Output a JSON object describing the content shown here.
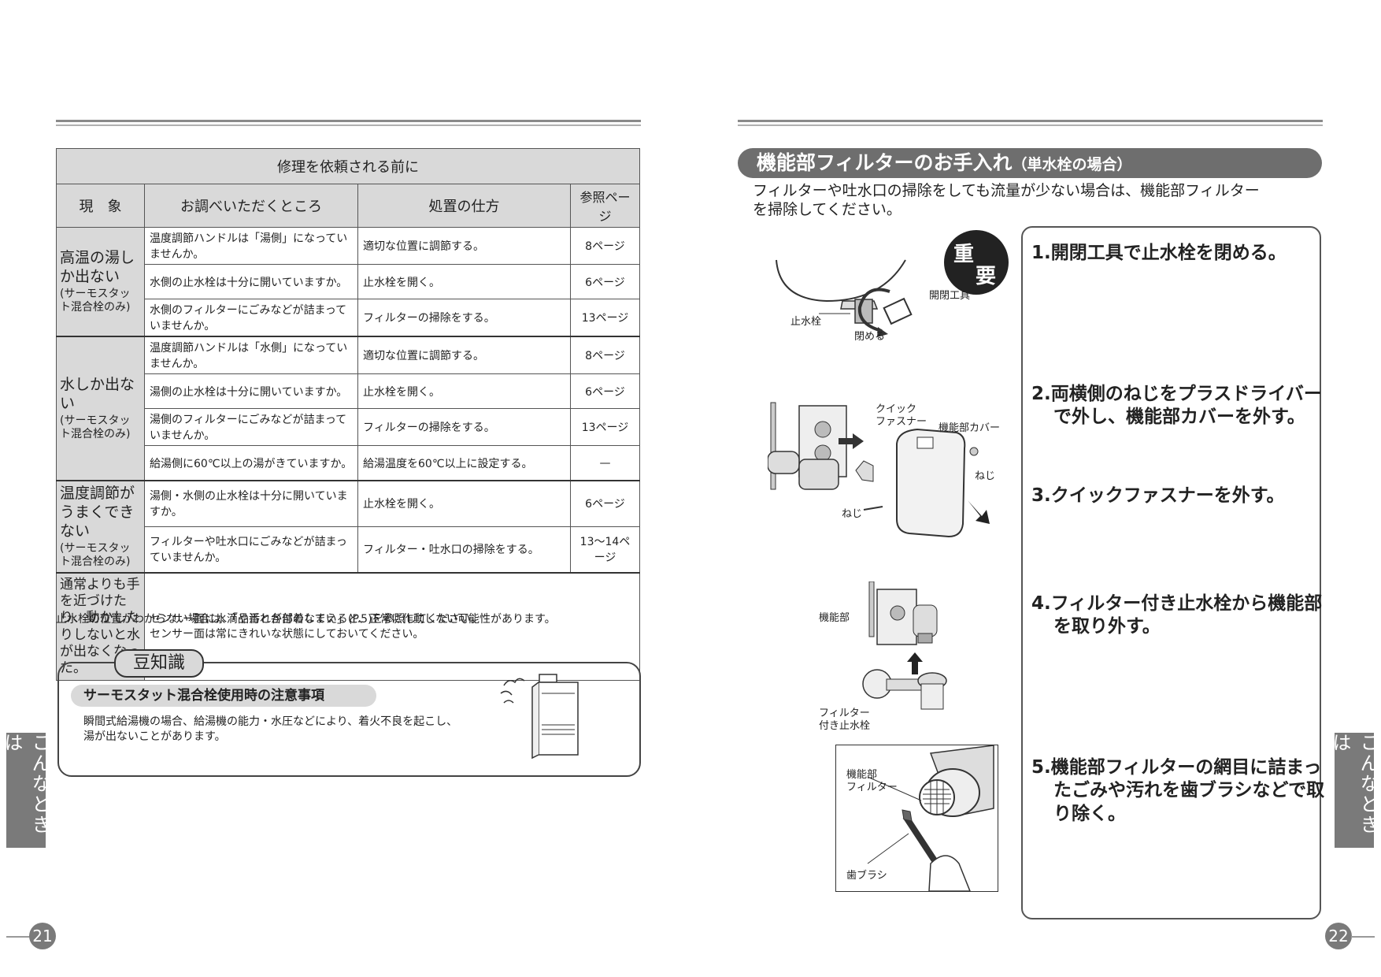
{
  "left_page": {
    "table": {
      "caption": "修理を依頼される前に",
      "headers": [
        "現　象",
        "お調べいただくところ",
        "処置の仕方",
        "参照ページ"
      ],
      "groups": [
        {
          "symptom_main": "高温の湯しか出ない",
          "symptom_paren": "(サーモスタット混合栓のみ)",
          "rows": [
            {
              "check": "温度調節ハンドルは「湯側」になっていませんか。",
              "action": "適切な位置に調節する。",
              "page": "8ページ"
            },
            {
              "check": "水側の止水栓は十分に開いていますか。",
              "action": "止水栓を開く。",
              "page": "6ページ"
            },
            {
              "check": "水側のフィルターにごみなどが詰まっていませんか。",
              "action": "フィルターの掃除をする。",
              "page": "13ページ"
            }
          ]
        },
        {
          "symptom_main": "水しか出ない",
          "symptom_paren": "(サーモスタット混合栓のみ)",
          "rows": [
            {
              "check": "温度調節ハンドルは「水側」になっていませんか。",
              "action": "適切な位置に調節する。",
              "page": "8ページ"
            },
            {
              "check": "湯側の止水栓は十分に開いていますか。",
              "action": "止水栓を開く。",
              "page": "6ページ"
            },
            {
              "check": "湯側のフィルターにごみなどが詰まっていませんか。",
              "action": "フィルターの掃除をする。",
              "page": "13ページ"
            },
            {
              "check": "給湯側に60℃以上の湯がきていますか。",
              "action": "給湯温度を60℃以上に設定する。",
              "page": "—"
            }
          ]
        },
        {
          "symptom_main": "温度調節がうまくできない",
          "symptom_paren": "(サーモスタット混合栓のみ)",
          "rows": [
            {
              "check": "湯側・水側の止水栓は十分に開いていますか。",
              "action": "止水栓を開く。",
              "page": "6ページ"
            },
            {
              "check": "フィルターや吐水口にごみなどが詰まっていませんか。",
              "action": "フィルター・吐水口の掃除をする。",
              "page": "13〜14ページ"
            }
          ]
        }
      ],
      "sensor_group": {
        "symptom_main": "通常よりも手を近づけたり、動かしたりしないと水が出なくなった。",
        "text_line1": "センサー面に水滴や汚れが付着していると、正常に作動しない可能性があります。",
        "text_line2": "センサー面は常にきれいな状態にしておいてください。"
      }
    },
    "note": "止水栓の位置がわからない場合は、「品番と各部のなまえ」(P.5)を参照してください。",
    "tip": {
      "label": "豆知識",
      "subhead": "サーモスタット混合栓使用時の注意事項",
      "text_line1": "瞬間式給湯機の場合、給湯機の能力・水圧などにより、着火不良を起こし、",
      "text_line2": "湯が出ないことがあります。"
    },
    "side_tab": "こんなときは",
    "page_number": "21"
  },
  "right_page": {
    "title_main": "機能部フィルターのお手入れ",
    "title_sub": "（単水栓の場合）",
    "intro_line1": "フィルターや吐水口の掃除をしても流量が少ない場合は、機能部フィルター",
    "intro_line2": "を掃除してください。",
    "badge": {
      "char1": "重",
      "char2": "要"
    },
    "labels": {
      "kaihei_kougu": "開閉工具",
      "shisuisen": "止水栓",
      "shimeru": "閉める",
      "quick1": "クイック",
      "quick2": "ファスナー",
      "cover": "機能部カバー",
      "neji_right": "ねじ",
      "neji_left": "ねじ",
      "kinoubu": "機能部",
      "filter_sen1": "フィルター",
      "filter_sen2": "付き止水栓",
      "kinoubu_filter1": "機能部",
      "kinoubu_filter2": "フィルター",
      "haburashi": "歯ブラシ"
    },
    "steps": [
      "1.開閉工具で止水栓を閉める。",
      "2.両横側のねじをプラスドライバーで外し、機能部カバーを外す。",
      "3.クイックファスナーを外す。",
      "4.フィルター付き止水栓から機能部を取り外す。",
      "5.機能部フィルターの網目に詰まったごみや汚れを歯ブラシなどで取り除く。"
    ],
    "side_tab": "こんなときは",
    "page_number": "22"
  }
}
